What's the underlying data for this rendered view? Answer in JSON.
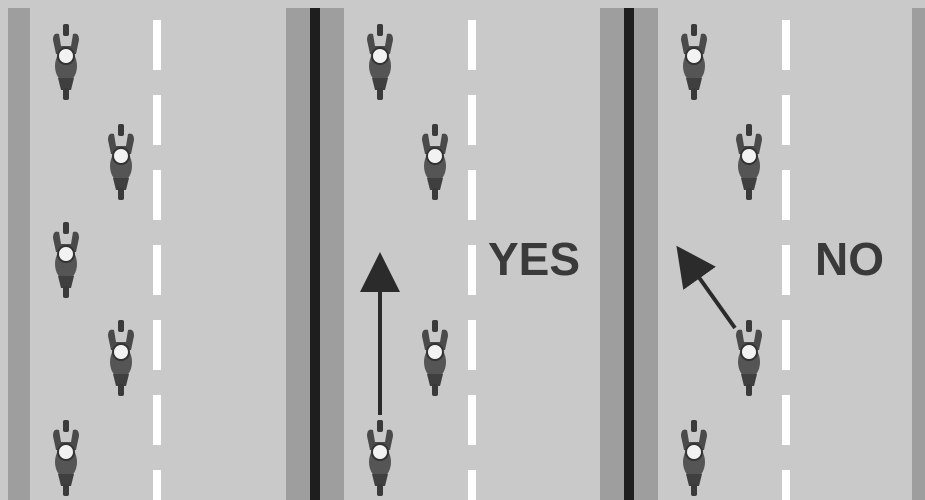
{
  "panels": [
    {
      "id": "formation",
      "label": ""
    },
    {
      "id": "correct-pass",
      "label": "YES"
    },
    {
      "id": "incorrect-pass",
      "label": "NO"
    }
  ],
  "colors": {
    "road": "#c9c9c9",
    "shoulder": "#9e9e9e",
    "divider": "#1e1e1e",
    "lane_marking": "#ffffff",
    "arrow": "#2b2b2b",
    "rider": "#4a4a4a",
    "helmet": "#f2f2f2"
  },
  "icons": {
    "rider": "motorcycle-rider-icon",
    "arrow": "direction-arrow-icon"
  }
}
